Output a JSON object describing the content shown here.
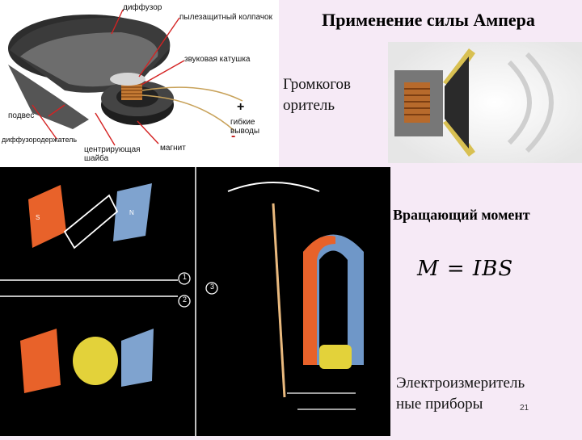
{
  "slide": {
    "title": "Применение силы Ампера",
    "page_number": "21"
  },
  "speaker_diagram": {
    "labels": {
      "diffuser": "диффузор",
      "dust_cap": "пылезащитный колпачок",
      "voice_coil": "звуковая катушка",
      "suspension": "подвес",
      "flex_leads": "гибкие выводы",
      "plus": "+",
      "minus": "-",
      "diffuser_holder": "диффузородержатель",
      "centering_washer": "центрирующая шайба",
      "magnet": "магнит"
    }
  },
  "loudspeaker": {
    "label": "Громкогов\nоритель"
  },
  "torque": {
    "label": "Вращающий момент",
    "formula": "M = IBS"
  },
  "meter": {
    "label": "Электроизмеритель\nные приборы",
    "markers": [
      "1",
      "2",
      "3"
    ],
    "magnet_poles": [
      "S",
      "N"
    ]
  },
  "colors": {
    "slide_background": "#f6eaf6",
    "dark_panel": "#000000",
    "magnet_orange": "#e8622a",
    "magnet_blue": "#6f97c8",
    "coil_yellow": "#e3d23a"
  }
}
